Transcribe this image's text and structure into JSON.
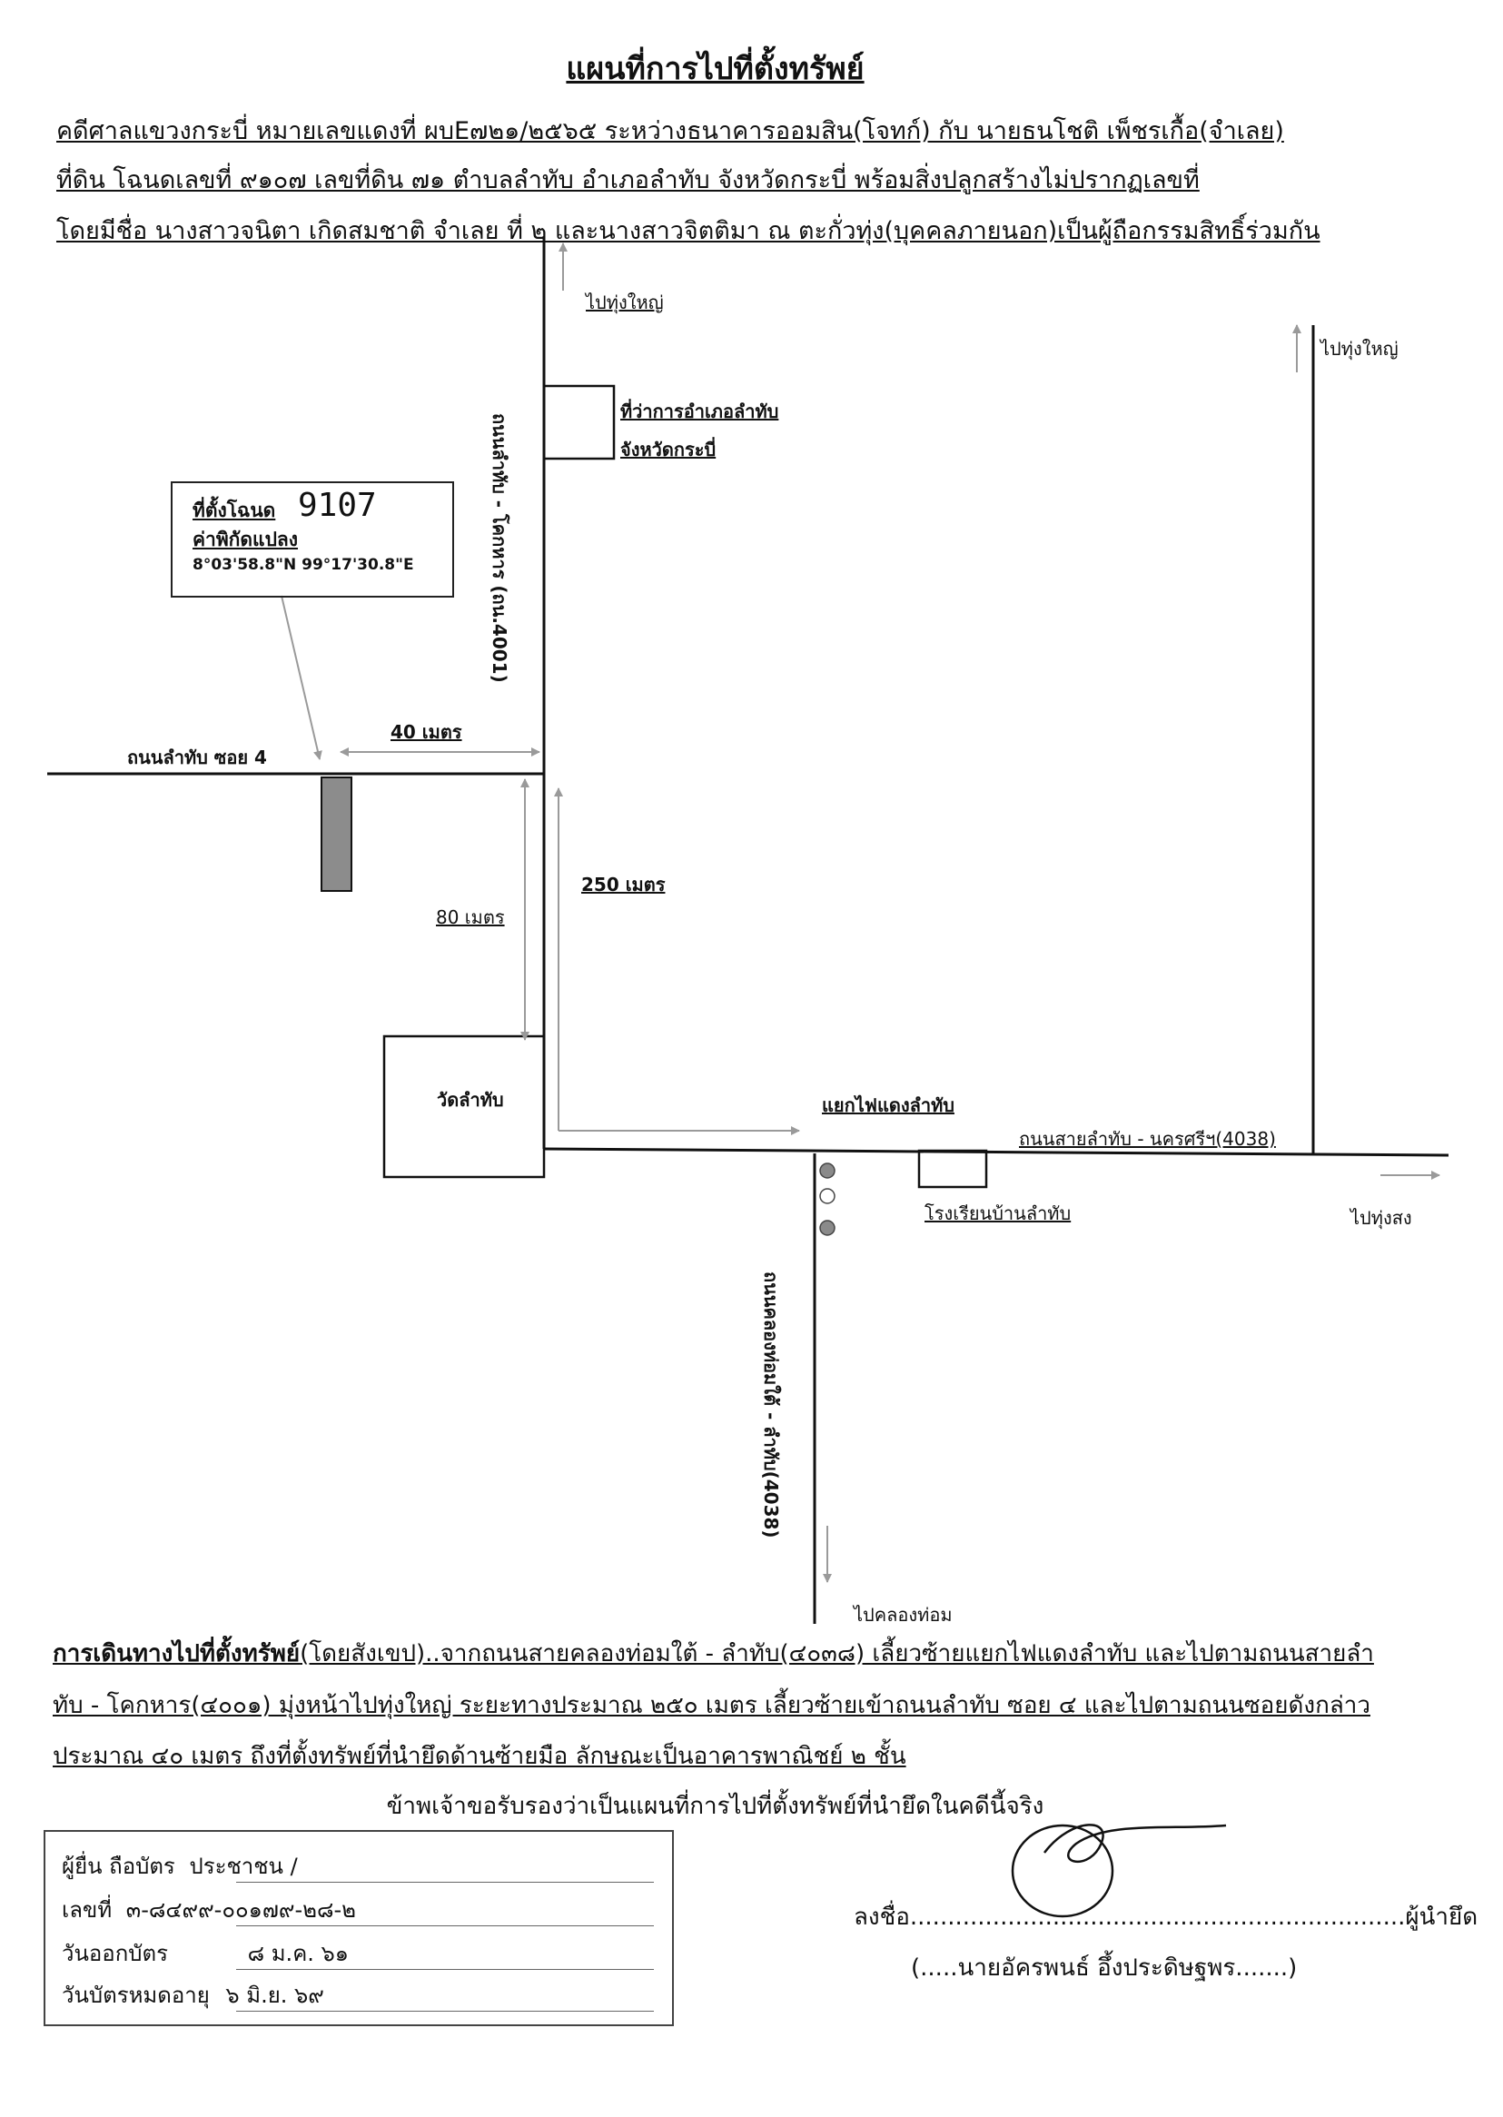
{
  "header": {
    "title": "แผนที่การไปที่ตั้งทรัพย์",
    "line1": "คดีศาลแขวงกระบี่ หมายเลขแดงที่ ผบE๗๒๑/๒๕๖๕ ระหว่างธนาคารออมสิน(โจทก์) กับ นายธนโชติ เพ็ชรเกื้อ(จำเลย)",
    "line2": "ที่ดิน โฉนดเลขที่ ๙๑๐๗ เลขที่ดิน ๗๑ ตำบลลำทับ อำเภอลำทับ  จังหวัดกระบี่ พร้อมสิ่งปลูกสร้างไม่ปรากฏเลขที่",
    "line3": "โดยมีชื่อ นางสาวจนิตา เกิดสมชาติ จำเลย ที่ ๒ และนางสาวจิตติมา ณ ตะกั่วทุ่ง(บุคคลภายนอก)เป็นผู้ถือกรรมสิทธิ์ร่วมกัน"
  },
  "map": {
    "to_thung_yai_top": "ไปทุ่งใหญ่",
    "to_thung_yai_right": "ไปทุ่งใหญ่",
    "district_office_line1": "ที่ว่าการอำเภอลำทับ",
    "district_office_line2": "จังหวัดกระบี่",
    "road_lamthap_khokhan": "ถนนลำทับ - โคกหาร (ถน.4001)",
    "deed_location_label": "ที่ตั้งโฉนด",
    "deed_number_handwritten": "9107",
    "coordinate_label": "ค่าพิกัดแปลง",
    "coordinates": "8°03'58.8\"N 99°17'30.8\"E",
    "dist_40": "40 เมตร",
    "soi4_label": "ถนนลำทับ ซอย 4",
    "dist_250": "250 เมตร",
    "dist_80": "80 เมตร",
    "temple_label": "วัดลำทับ",
    "traffic_light_label": "แยกไฟแดงลำทับ",
    "road_lamthap_nakhonsi": "ถนนสายลำทับ - นครศรีฯ(4038)",
    "school_label": "โรงเรียนบ้านลำทับ",
    "to_thung_song": "ไปทุ่งสง",
    "road_khlongthom_lamthap": "ถนนคลองท่อมใต้ - ลำทับ(4038)",
    "to_khlong_thom": "ไปคลองท่อม",
    "colors": {
      "ink": "#111111",
      "arrow": "#9a9a9a",
      "plot_fill": "#8c8c8c"
    }
  },
  "directions": {
    "heading": "การเดินทางไปที่ตั้งทรัพย์",
    "line1": "(โดยสังเขป)..จากถนนสายคลองท่อมใต้ - ลำทับ(๔๐๓๘) เลี้ยวซ้ายแยกไฟแดงลำทับ และไปตามถนนสายลำ",
    "line2": "ทับ - โคกหาร(๔๐๐๑) มุ่งหน้าไปทุ่งใหญ่ ระยะทางประมาณ ๒๕๐ เมตร เลี้ยวซ้ายเข้าถนนลำทับ ซอย ๔ และไปตามถนนซอยดังกล่าว",
    "line3": "ประมาณ ๔๐ เมตร ถึงที่ตั้งทรัพย์ที่นำยึดด้านซ้ายมือ ลักษณะเป็นอาคารพาณิชย์ ๒ ชั้น"
  },
  "certification": "ข้าพเจ้าขอรับรองว่าเป็นแผนที่การไปที่ตั้งทรัพย์ที่นำยึดในคดีนี้จริง",
  "id_card": {
    "label_holder": "ผู้ยื่น ถือบัตร",
    "value_holder": "ประชาชน /",
    "label_number": "เลขที่",
    "value_number": "๓-๘๔๙๙-๐๐๑๗๙-๒๘-๒",
    "label_issued": "วันออกบัตร",
    "value_issued": "๘ ม.ค. ๖๑",
    "label_expiry": "วันบัตรหมดอายุ",
    "value_expiry": "๖ มิ.ย. ๖๙"
  },
  "signature": {
    "label_sign": "ลงชื่อ",
    "dots": "..................................................................",
    "role": "ผู้นำยึด",
    "name": "(.....นายอัครพนธ์ อึ้งประดิษฐพร.......)"
  }
}
